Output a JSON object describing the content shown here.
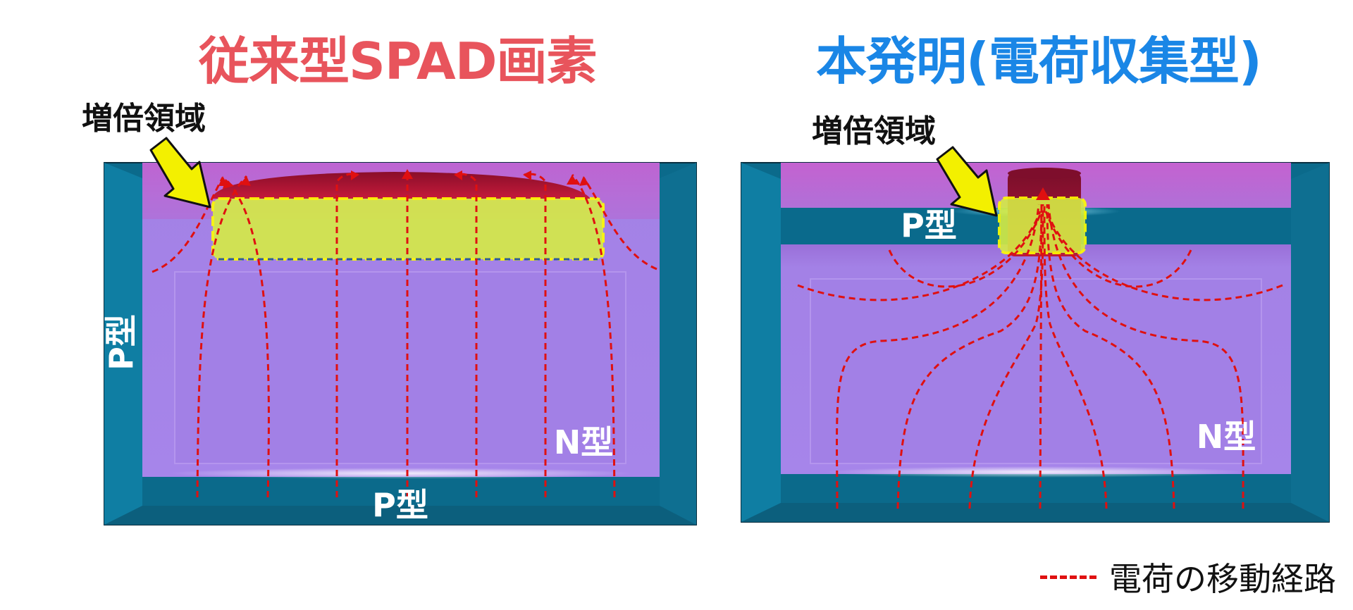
{
  "left_panel": {
    "title": "従来型SPAD画素",
    "title_color": "#e8545c",
    "multiplication_label": "増倍領域",
    "p_side_label": "P型",
    "p_bottom_label": "P型",
    "n_label": "N型"
  },
  "right_panel": {
    "title": "本発明(電荷収集型)",
    "title_color": "#1a86e6",
    "multiplication_label": "増倍領域",
    "p_layer_label": "P型",
    "n_label": "N型"
  },
  "legend": {
    "label": "電荷の移動経路",
    "line_color": "#e01010"
  },
  "colors": {
    "substrate_dark": "#0a6a8c",
    "n_region": "#a37fe6",
    "multiplication_fill": "#d9ef48",
    "multiplication_border": "#ffff00",
    "arrow_fill": "#f3f000",
    "cap_red": "#a01030"
  }
}
